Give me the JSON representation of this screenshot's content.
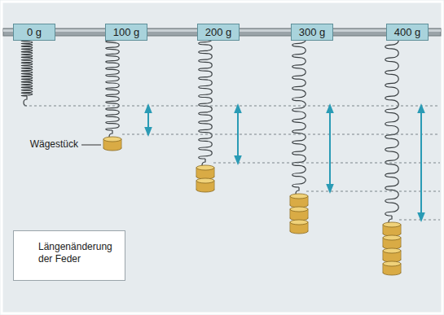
{
  "diagram": {
    "nodes": [
      {
        "text": [
          "0 g"
        ]
      },
      {
        "text": [
          "100 g"
        ]
      },
      {
        "text": [
          "200 g"
        ]
      },
      {
        "text": [
          "300 g"
        ]
      },
      {
        "text": [
          "400 g"
        ]
      }
    ],
    "labels": [
      "Wägestück"
    ],
    "legend": [
      {
        "text": "Längenänderung der Feder"
      }
    ]
  }
}
